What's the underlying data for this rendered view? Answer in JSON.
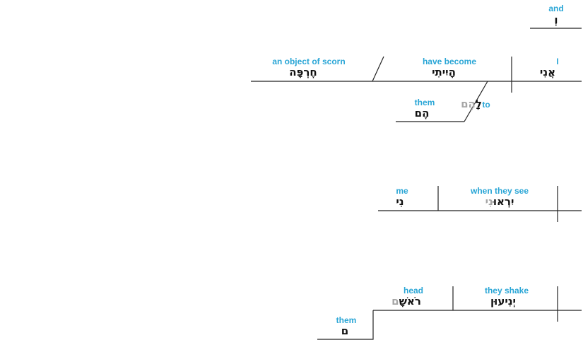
{
  "colors": {
    "gloss": "#2aa6d6",
    "hebrew": "#111111",
    "faded": "#a6a6a6",
    "line": "#222222"
  },
  "conj": {
    "gloss": "and",
    "hebrew": "וְ"
  },
  "clause1": {
    "subject": {
      "gloss": "I",
      "hebrew": "אֲנִי"
    },
    "verb": {
      "gloss": "have become",
      "hebrew": "הָיִיתִי"
    },
    "complement": {
      "gloss": "an object of scorn",
      "hebrew": "חֶרְפָּה"
    },
    "prep": {
      "gloss": "to",
      "hebrew_strong": "לָ",
      "hebrew_faded": "הֶם"
    },
    "prep_object": {
      "gloss": "them",
      "hebrew": "הֶם"
    }
  },
  "clause2": {
    "verb": {
      "gloss": "when they see",
      "hebrew_strong": "יִרְאוּ",
      "hebrew_faded": "נִי"
    },
    "object": {
      "gloss": "me",
      "hebrew": "נִי"
    }
  },
  "clause3": {
    "verb": {
      "gloss": "they shake",
      "hebrew": "יְנִיעוּן"
    },
    "object": {
      "gloss": "head",
      "hebrew_strong": "רֹאשָׁ",
      "hebrew_faded": "ם"
    },
    "possessor": {
      "gloss": "them",
      "hebrew": "ם"
    }
  }
}
